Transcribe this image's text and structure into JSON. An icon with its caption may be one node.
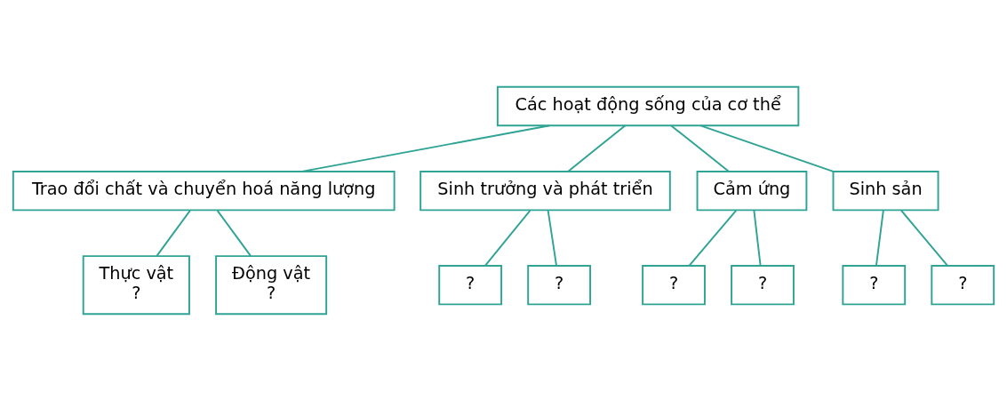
{
  "diagram": {
    "nodes": [
      {
        "text": [
          "Các hoạt động sống của cơ thể"
        ]
      },
      {
        "text": [
          "Trao đổi chất và chuyển hoá năng lượng"
        ]
      },
      {
        "text": [
          "Sinh trưởng và phát triển"
        ]
      },
      {
        "text": [
          "Cảm ứng"
        ]
      },
      {
        "text": [
          "Sinh sản"
        ]
      },
      {
        "text": [
          "Thực vật",
          "?"
        ]
      },
      {
        "text": [
          "Động vật",
          "?"
        ]
      },
      {
        "text": [
          "?"
        ]
      },
      {
        "text": [
          "?"
        ]
      },
      {
        "text": [
          "?"
        ]
      },
      {
        "text": [
          "?"
        ]
      },
      {
        "text": [
          "?"
        ]
      },
      {
        "text": [
          "?"
        ]
      }
    ],
    "edges": [
      {
        "from": 0,
        "to": 1,
        "arrow": "none"
      },
      {
        "from": 0,
        "to": 2,
        "arrow": "none"
      },
      {
        "from": 0,
        "to": 3,
        "arrow": "none"
      },
      {
        "from": 0,
        "to": 4,
        "arrow": "none"
      },
      {
        "from": 1,
        "to": 5,
        "arrow": "none"
      },
      {
        "from": 1,
        "to": 6,
        "arrow": "none"
      },
      {
        "from": 2,
        "to": 7,
        "arrow": "none"
      },
      {
        "from": 2,
        "to": 8,
        "arrow": "none"
      },
      {
        "from": 3,
        "to": 9,
        "arrow": "none"
      },
      {
        "from": 3,
        "to": 10,
        "arrow": "none"
      },
      {
        "from": 4,
        "to": 11,
        "arrow": "none"
      },
      {
        "from": 4,
        "to": 12,
        "arrow": "none"
      }
    ]
  }
}
